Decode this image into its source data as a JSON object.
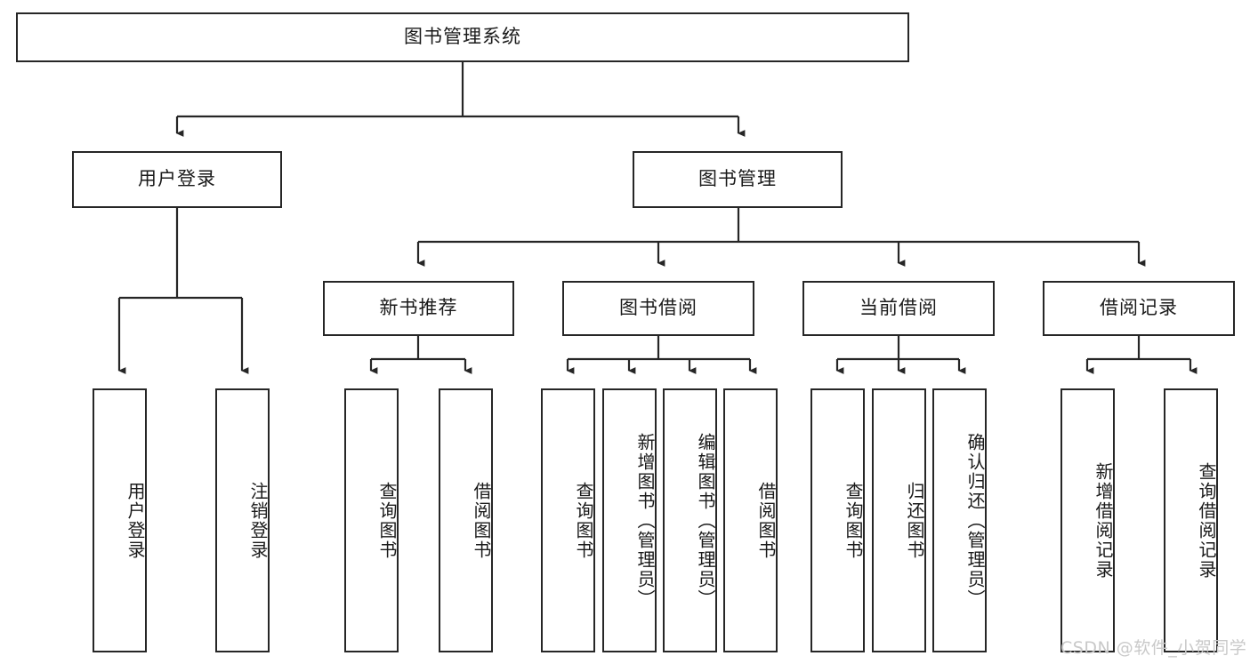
{
  "diagram": {
    "type": "tree-hierarchy-chart",
    "title_node": {
      "label": "图书管理系统"
    },
    "level2": [
      {
        "id": "user-login",
        "label": "用户登录"
      },
      {
        "id": "book-management",
        "label": "图书管理"
      }
    ],
    "level3": [
      {
        "id": "new-book-recommend",
        "label": "新书推荐"
      },
      {
        "id": "book-borrow",
        "label": "图书借阅"
      },
      {
        "id": "current-borrow",
        "label": "当前借阅"
      },
      {
        "id": "borrow-record",
        "label": "借阅记录"
      }
    ],
    "leaves": {
      "user_login": [
        {
          "id": "leaf-user-login",
          "label": "用户登录"
        },
        {
          "id": "leaf-logout-login",
          "label": "注销登录"
        }
      ],
      "new_book_recommend": [
        {
          "id": "leaf-query-book-1",
          "label": "查询图书"
        },
        {
          "id": "leaf-borrow-book-1",
          "label": "借阅图书"
        }
      ],
      "book_borrow": [
        {
          "id": "leaf-query-book-2",
          "label": "查询图书"
        },
        {
          "id": "leaf-add-book",
          "label": "新增图书（管理员）"
        },
        {
          "id": "leaf-edit-book",
          "label": "编辑图书（管理员）"
        },
        {
          "id": "leaf-borrow-book-2",
          "label": "借阅图书"
        }
      ],
      "current_borrow": [
        {
          "id": "leaf-query-book-3",
          "label": "查询图书"
        },
        {
          "id": "leaf-return-book",
          "label": "归还图书"
        },
        {
          "id": "leaf-confirm-return",
          "label": "确认归还（管理员）"
        }
      ],
      "borrow_record": [
        {
          "id": "leaf-add-record",
          "label": "新增借阅记录"
        },
        {
          "id": "leaf-query-record",
          "label": "查询借阅记录"
        }
      ]
    }
  },
  "watermark": {
    "text": "CSDN @软件_小贺同学"
  },
  "colors": {
    "stroke": "#262626",
    "box_fill": "#ffffff",
    "text": "#1a1a1a",
    "watermark": "#c9c9c9",
    "background": "#ffffff"
  }
}
